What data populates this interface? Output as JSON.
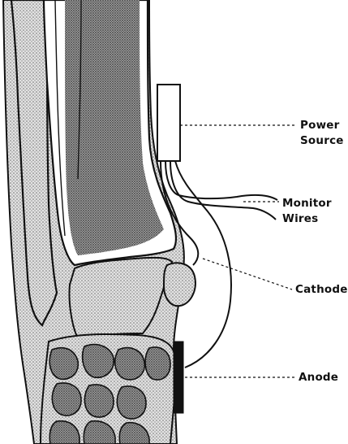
{
  "labels": {
    "power_source": [
      "Power",
      "Source"
    ],
    "monitor_wires": [
      "Monitor",
      "Wires"
    ],
    "cathode": "Cathode",
    "anode": "Anode"
  },
  "colors": {
    "ink": "#111111",
    "stipple_light": "#b9b9b9",
    "stipple_dark": "#6e6e6e",
    "paper": "#ffffff"
  }
}
